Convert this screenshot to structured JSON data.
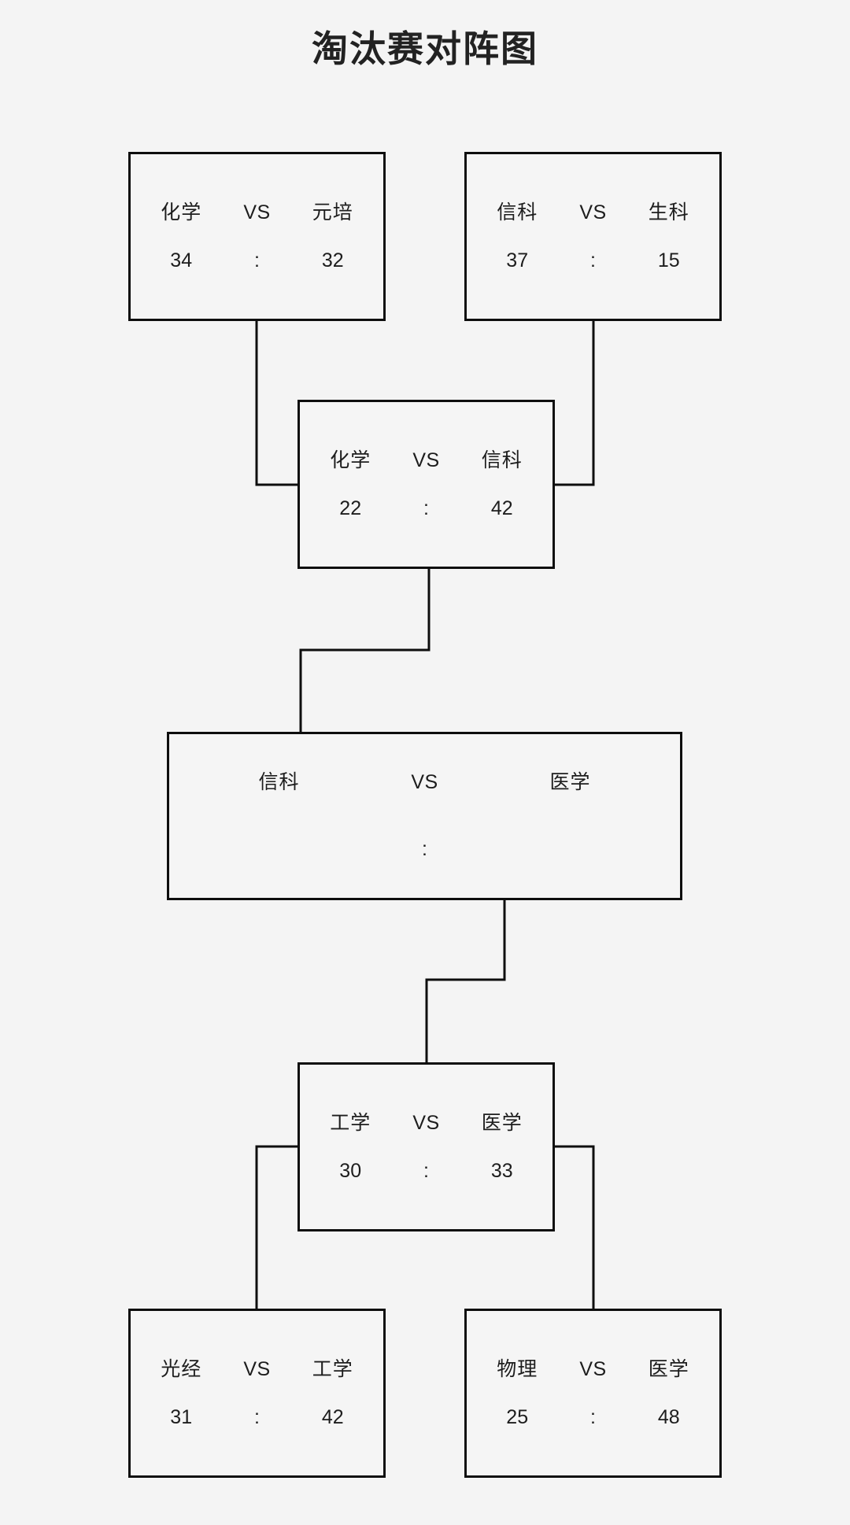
{
  "page": {
    "title": "淘汰赛对阵图",
    "background_color": "#f4f4f4",
    "line_color": "#0e0e0e",
    "box_fill_color": "#f5f5f5",
    "text_color": "#1d1d1d"
  },
  "labels": {
    "vs": "VS",
    "colon": ":"
  },
  "matches": {
    "qf1": {
      "left_team": "化学",
      "right_team": "元培",
      "vs": "VS",
      "left_score": "34",
      "colon": ":",
      "right_score": "32"
    },
    "qf2": {
      "left_team": "信科",
      "right_team": "生科",
      "vs": "VS",
      "left_score": "37",
      "colon": ":",
      "right_score": "15"
    },
    "sf1": {
      "left_team": "化学",
      "right_team": "信科",
      "vs": "VS",
      "left_score": "22",
      "colon": ":",
      "right_score": "42"
    },
    "final": {
      "left_team": "信科",
      "right_team": "医学",
      "vs": "VS",
      "left_score": "",
      "colon": ":",
      "right_score": ""
    },
    "sf2": {
      "left_team": "工学",
      "right_team": "医学",
      "vs": "VS",
      "left_score": "30",
      "colon": ":",
      "right_score": "33"
    },
    "qf3": {
      "left_team": "光经",
      "right_team": "工学",
      "vs": "VS",
      "left_score": "31",
      "colon": ":",
      "right_score": "42"
    },
    "qf4": {
      "left_team": "物理",
      "right_team": "医学",
      "vs": "VS",
      "left_score": "25",
      "colon": ":",
      "right_score": "48"
    }
  }
}
